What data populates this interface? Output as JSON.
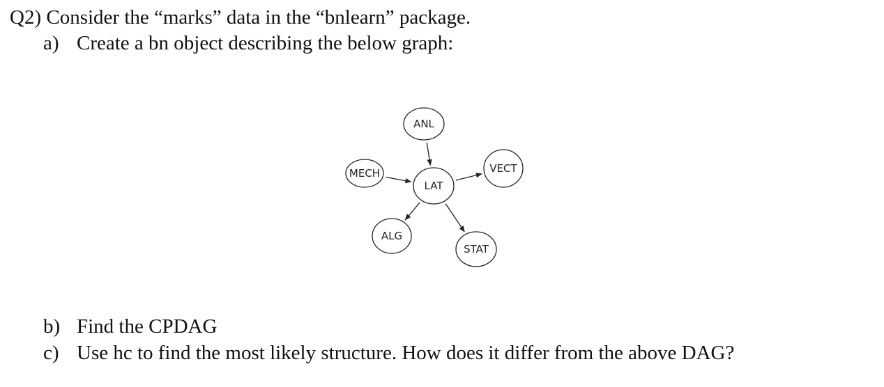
{
  "question": {
    "title": "Q2) Consider the “marks” data in the “bnlearn” package.",
    "parts": [
      {
        "marker": "a)",
        "text": "Create a bn object describing the below graph:"
      },
      {
        "marker": "b)",
        "text": "Find the CPDAG"
      },
      {
        "marker": "c)",
        "text": "Use hc to find the most likely structure.  How does it differ from the above DAG?"
      }
    ]
  },
  "graph": {
    "nodes": [
      {
        "id": "ANL",
        "label": "ANL"
      },
      {
        "id": "VECT",
        "label": "VECT"
      },
      {
        "id": "MECH",
        "label": "MECH"
      },
      {
        "id": "LAT",
        "label": "LAT"
      },
      {
        "id": "ALG",
        "label": "ALG"
      },
      {
        "id": "STAT",
        "label": "STAT"
      }
    ],
    "edges": [
      {
        "from": "ANL",
        "to": "LAT"
      },
      {
        "from": "MECH",
        "to": "LAT"
      },
      {
        "from": "LAT",
        "to": "VECT"
      },
      {
        "from": "LAT",
        "to": "ALG"
      },
      {
        "from": "LAT",
        "to": "STAT"
      }
    ]
  }
}
